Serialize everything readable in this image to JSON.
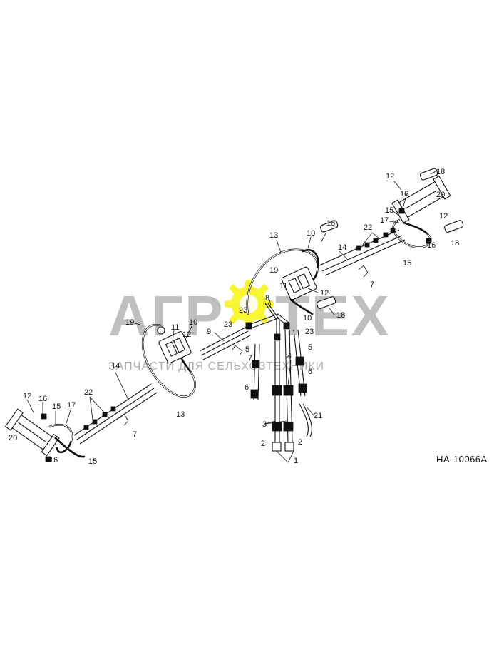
{
  "watermark": {
    "brand_left": "АГР",
    "brand_right": "ТЕХ",
    "subtitle": "ЗАПЧАСТИ ДЛЯ СЕЛЬХОЗТЕХНИКИ",
    "colors": {
      "text": "#8a8a8a",
      "gear": "#f6f200"
    }
  },
  "drawing": {
    "reference": "HA-10066A"
  },
  "callouts": [
    "1",
    "2",
    "2",
    "3",
    "4",
    "5",
    "5",
    "6",
    "6",
    "7",
    "7",
    "7",
    "8",
    "9",
    "10",
    "10",
    "10",
    "11",
    "11",
    "12",
    "12",
    "12",
    "12",
    "12",
    "13",
    "13",
    "14",
    "14",
    "15",
    "15",
    "15",
    "15",
    "16",
    "16",
    "16",
    "16",
    "17",
    "17",
    "18",
    "18",
    "18",
    "18",
    "19",
    "19",
    "20",
    "20",
    "21",
    "22",
    "22",
    "23",
    "23",
    "23"
  ]
}
